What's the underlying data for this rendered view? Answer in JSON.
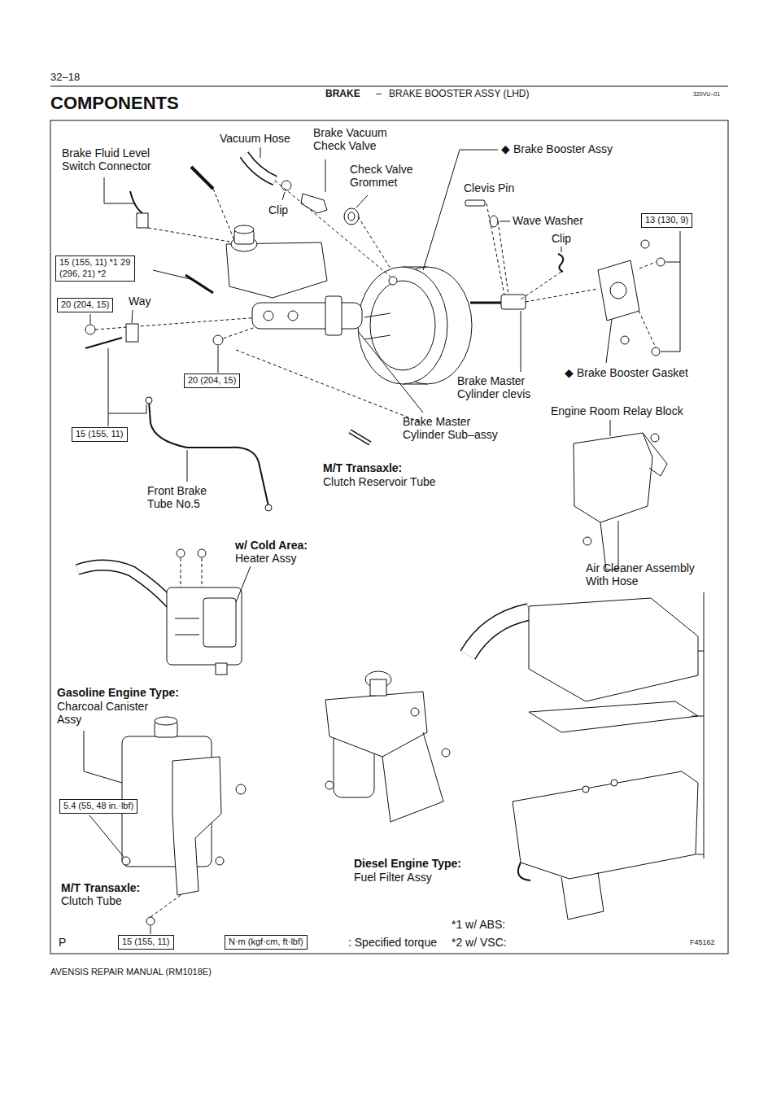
{
  "diagram": {
    "title": "COMPONENTS",
    "nodes": [
      {
        "text": [
          "13 (130, 9)"
        ]
      },
      {
        "text": [
          "15 (155, 11) *1 29 (296, 21) *2"
        ]
      },
      {
        "text": [
          "20 (204, 15)"
        ]
      },
      {
        "text": [
          "20 (204, 15)"
        ]
      },
      {
        "text": [
          "15 (155, 11)"
        ]
      },
      {
        "text": [
          "5.4 (55, 48 in.·lbf)"
        ]
      },
      {
        "text": [
          "15 (155, 11)"
        ]
      },
      {
        "text": [
          "N·m (kgf·cm, ft·lbf)"
        ]
      }
    ],
    "labels": [
      "32–18",
      "BRAKE",
      "–",
      "BRAKE BOOSTER ASSY (LHD)",
      "320VU–01",
      "Brake Fluid Level Switch Connector",
      "Vacuum Hose",
      "Brake Vacuum Check Valve",
      "Check Valve Grommet",
      "◆ Brake Booster Assy",
      "Clip",
      "Clevis Pin",
      "Wave Washer",
      "Clip",
      "Way",
      "Brake Master Cylinder clevis",
      "◆ Brake Booster Gasket",
      "Engine Room Relay Block",
      "Brake Master Cylinder Sub–assy",
      "M/T Transaxle:",
      "Clutch Reservoir Tube",
      "Front Brake Tube No.5",
      "w/ Cold Area:",
      "Heater Assy",
      "Air Cleaner Assembly With Hose",
      "Gasoline Engine Type:",
      "Charcoal Canister Assy",
      "Diesel Engine Type:",
      "Fuel Filter Assy",
      "M/T Transaxle:",
      "Clutch Tube",
      ": Specified torque",
      "*1 w/ ABS:",
      "*2 w/ VSC:",
      "P",
      "F45162",
      "AVENSIS REPAIR MANUAL (RM1018E)"
    ]
  }
}
